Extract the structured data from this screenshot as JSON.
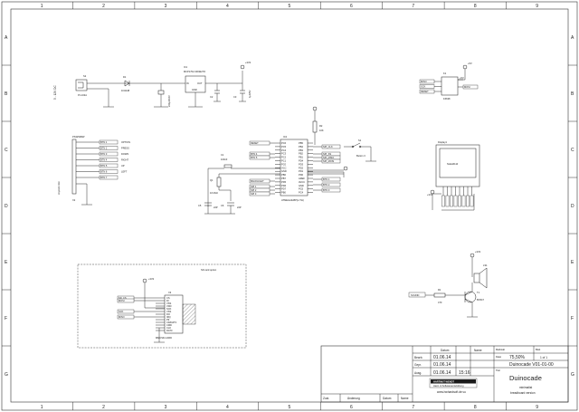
{
  "frame": {
    "columns": [
      "1",
      "2",
      "3",
      "4",
      "5",
      "6",
      "7",
      "8",
      "9"
    ],
    "rows": [
      "A",
      "B",
      "C",
      "D",
      "E",
      "F",
      "G"
    ]
  },
  "power": {
    "input_label": "5 - 12V DC",
    "jack_ref": "S2",
    "jack_val": "PJ-102A",
    "diode_ref": "D1",
    "diode_val": "1N4148",
    "reg_ref": "IC1",
    "reg_val": "MCP1702-3302E/TO",
    "reg_pins": [
      "IN",
      "GND",
      "OUT"
    ],
    "cap1": "220μF/16V",
    "cap2": "C2",
    "cap3": "C3",
    "cap4": "1μF/6V",
    "vcc_label": "+3V3"
  },
  "joystick": {
    "ref": "PS3254BW",
    "name": "Joystick Unit",
    "conn_ref": "X2",
    "pins": [
      "BTN 1",
      "BTN 2",
      "BTN 3",
      "BTN 4",
      "BTN 5",
      "BTN 6",
      "BTN 7"
    ],
    "signals": [
      "OPTION",
      "PRESS",
      "DOWN",
      "RIGHT",
      "UP",
      "LEFT"
    ]
  },
  "mcu": {
    "ref": "IC2",
    "name": "ATMEGA328P(U-TH)",
    "left_pins": [
      "PC6",
      "PC5",
      "PC4",
      "PC3",
      "PC2",
      "PC1",
      "PC0",
      "VCC",
      "GND",
      "PB6",
      "PB7",
      "PD5",
      "PD6",
      "PD7",
      "PB0"
    ],
    "right_pins": [
      "PB5",
      "PB4",
      "PB3",
      "PB2",
      "PB1",
      "PD4",
      "PD3",
      "PD2",
      "PD1",
      "PD0",
      "AREF",
      "AVCC",
      "GND",
      "PC5",
      "PC4"
    ],
    "left_nets": [
      "RESET",
      "BTN 4",
      "BTN 5",
      "BACKLIGHT",
      "SPI 1",
      "SPI 2",
      "SPI 3"
    ],
    "right_nets": [
      "SPI_CLK",
      "SPI_SS",
      "SPI_MISO",
      "SPI_MOSI",
      "BTN 1",
      "BTN 2",
      "BTN 3"
    ],
    "r2_ref": "R2",
    "r2_val": "10K",
    "c1_ref": "C1",
    "c1_val": "100nF",
    "q1_ref": "Q1",
    "q1_val": "16 MHz",
    "c_a": "C5",
    "c_b": "C6",
    "c_a_val": "22P",
    "c_b_val": "22P",
    "button_ref": "S1",
    "button_name": "Button 3"
  },
  "isp": {
    "ref": "K1",
    "val": "FZ638",
    "left": [
      "MISO",
      "SCK",
      "RESET"
    ],
    "right": [
      "+5V",
      "MOSI"
    ],
    "vcc": "+5V"
  },
  "display": {
    "ref": "Display1",
    "name": "Nokia5110",
    "vcc": "+3V3"
  },
  "sd": {
    "title": "SD card option",
    "ref": "X3",
    "name": "MMCSD-CARD",
    "pins": [
      "CS",
      "DI",
      "VSS",
      "VDD",
      "SCK",
      "VSS",
      "DO",
      "IRQ",
      "P9",
      "CD/DAT3",
      "CMD",
      "CLK",
      "DAT0"
    ],
    "nets": [
      "SD_CS",
      "MOSI",
      "SCK",
      "MISO"
    ],
    "vcc": "+3V3"
  },
  "speaker": {
    "ref": "LS1",
    "vcc": "+3V3",
    "input": "SOUND",
    "r_ref": "R1",
    "r_val": "470",
    "t_ref": "T1",
    "t_val": "BC547"
  },
  "title_block": {
    "h_datum": "Datum",
    "h_name": "Name",
    "h_massstab": "Maßstab",
    "scale": "75,50%",
    "h_blatt": "Blatt",
    "sheet": "1 of 1",
    "bearb": "Bearb.",
    "bearb_date": "01.06.14",
    "gepr": "Gepr.",
    "gepr_date": "01.06.14",
    "ausg": "Ausg.",
    "ausg_date": "01.06.14",
    "ausg_time": "15:16",
    "h_datei": "Datei",
    "file": "Duinocade V01-01-00",
    "h_titel": "Titel",
    "title": "Duinocade",
    "subtitle1": "minimalist",
    "subtitle2": "breadboard version",
    "company_logo": "HARTMUT WENDT",
    "company_sub": "Hard- & Softwareentwicklung",
    "website": "www.hwhardsoft.de.vu",
    "rev_zust": "Zust.",
    "rev_aend": "Änderung",
    "rev_datum": "Datum",
    "rev_name": "Name"
  }
}
